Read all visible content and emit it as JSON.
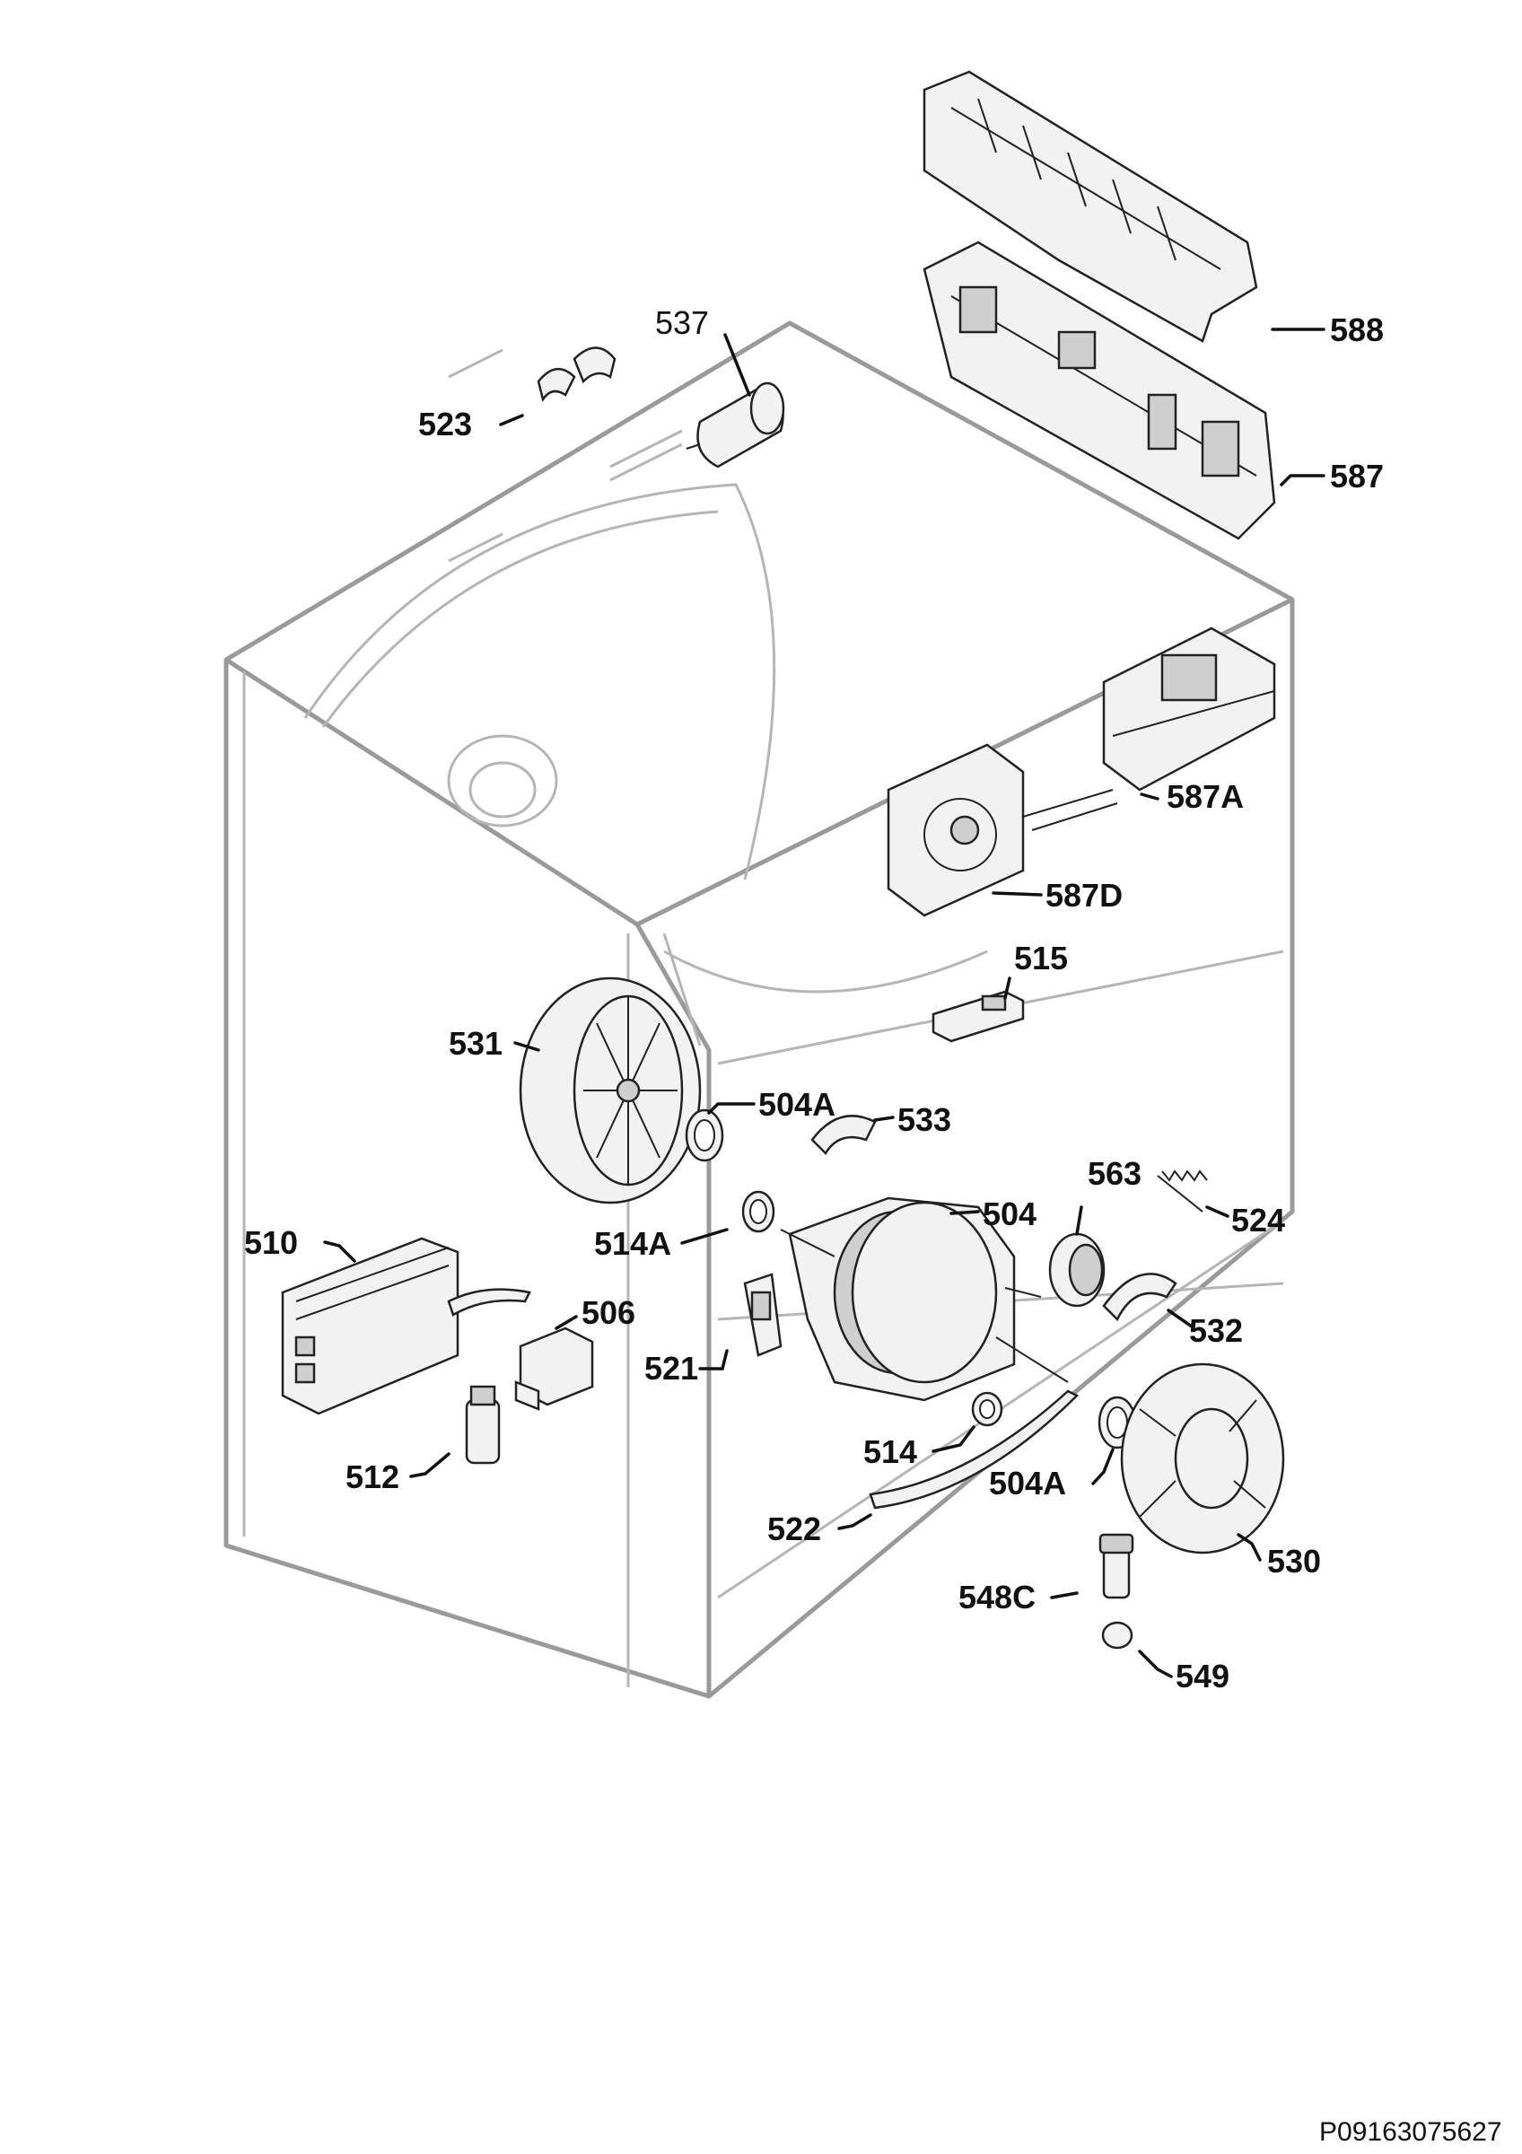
{
  "reference_code": "P09163075627",
  "labels": {
    "l537": "537",
    "l523": "523",
    "l588": "588",
    "l587": "587",
    "l587A": "587A",
    "l587D": "587D",
    "l515": "515",
    "l531": "531",
    "l504A_top": "504A",
    "l533": "533",
    "l563": "563",
    "l524": "524",
    "l514A": "514A",
    "l504": "504",
    "l510": "510",
    "l506": "506",
    "l532": "532",
    "l521": "521",
    "l514": "514",
    "l504A_bottom": "504A",
    "l512": "512",
    "l522": "522",
    "l530": "530",
    "l548C": "548C",
    "l549": "549"
  }
}
